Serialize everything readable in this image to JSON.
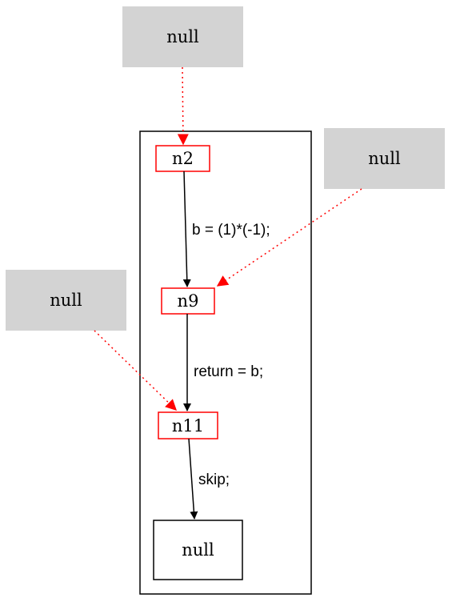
{
  "colors": {
    "null_fill": "#d3d3d3",
    "node_border": "#ff0000",
    "edge_solid": "#000000",
    "edge_dotted": "#ff0000"
  },
  "nodes": {
    "null_top": "null",
    "null_right": "null",
    "null_left": "null",
    "n2": "n2",
    "n9": "n9",
    "n11": "n11",
    "null_bottom": "null"
  },
  "edges": {
    "n2_to_n9": "b = (1)*(-1);",
    "n9_to_n11": "return = b;",
    "n11_to_null": "skip;"
  }
}
